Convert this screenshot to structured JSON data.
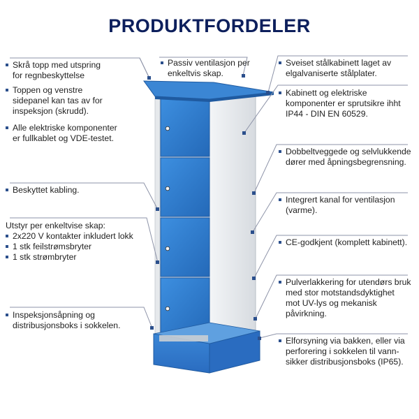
{
  "title": "PRODUKTFORDELER",
  "colors": {
    "title": "#0d1f5c",
    "cabinet_blue": "#2f7fd0",
    "cabinet_side": "#e8ebee",
    "leader": "#8d93a8",
    "marker": "#2b4f8c"
  },
  "left_notes": [
    {
      "lines": [
        "Skrå topp med utspring",
        "for regnbeskyttelse"
      ]
    },
    {
      "lines": [
        "Toppen og venstre",
        "sidepanel kan tas av for",
        "inspeksjon (skrudd)."
      ]
    },
    {
      "lines": [
        "Alle elektriske komponenter",
        "er fullkablet og VDE-testet."
      ]
    },
    {
      "lines": [
        "Beskyttet kabling."
      ]
    },
    {
      "heading": "Utstyr per enkeltvise skap:",
      "items": [
        "2x220 V kontakter inkludert lokk",
        "1 stk feilstrømsbryter",
        "1 stk strømbryter"
      ]
    },
    {
      "lines": [
        "Inspeksjonsåpning og",
        "distribusjonsboks i sokkelen."
      ]
    }
  ],
  "center_note": {
    "lines": [
      "Passiv ventilasjon per",
      "enkeltvis skap."
    ]
  },
  "right_notes": [
    {
      "lines": [
        "Sveiset stålkabinett laget av",
        "elgalvaniserte stålplater."
      ]
    },
    {
      "lines": [
        "Kabinett og elektriske",
        "komponenter er sprutsikre ihht",
        "IP44 - DIN EN 60529."
      ]
    },
    {
      "lines": [
        "Dobbeltveggede og selvlukkende",
        "dører med åpningsbegrensning."
      ]
    },
    {
      "lines": [
        "Integrert kanal for ventilasjon",
        "(varme)."
      ]
    },
    {
      "lines": [
        "CE-godkjent (komplett kabinett)."
      ]
    },
    {
      "lines": [
        "Pulverlakkering for utendørs bruk",
        "med stor motstandsdyktighet",
        "mot UV-lys og mekanisk",
        "påvirkning."
      ]
    },
    {
      "lines": [
        "Elforsyning via bakken, eller via",
        "perforering i sokkelen til vann-",
        "sikker distribusjonsboks (IP65)."
      ]
    }
  ]
}
